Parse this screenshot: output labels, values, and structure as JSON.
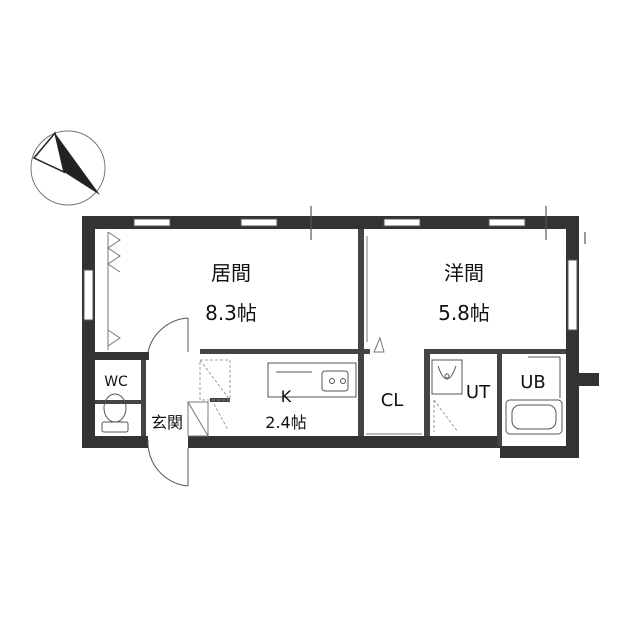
{
  "floor_plan": {
    "rooms": {
      "living": {
        "name": "居間",
        "area": "8.3帖"
      },
      "western": {
        "name": "洋間",
        "area": "5.8帖"
      },
      "kitchen": {
        "name": "K",
        "area": "2.4帖"
      },
      "closet": {
        "name": "CL"
      },
      "utility": {
        "name": "UT"
      },
      "bath": {
        "name": "UB"
      },
      "toilet": {
        "name": "WC"
      },
      "entrance": {
        "name": "玄関"
      }
    },
    "colors": {
      "wall": "#333333",
      "line": "#555555",
      "fixture": "#777777"
    },
    "icons": {
      "compass": "north-arrow-icon"
    }
  }
}
